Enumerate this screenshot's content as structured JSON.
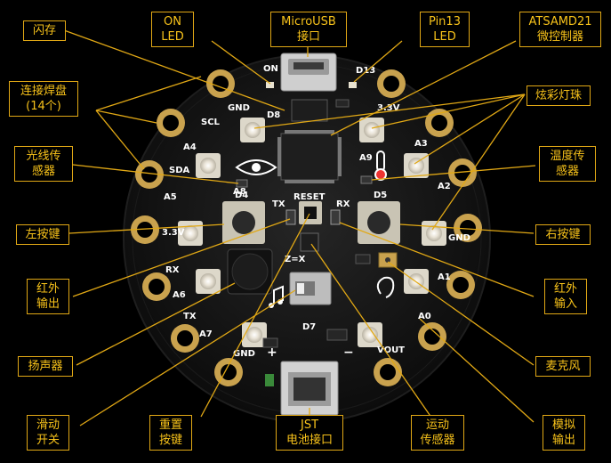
{
  "labels": {
    "flash": {
      "lines": [
        "闪存"
      ]
    },
    "on_led": {
      "lines": [
        "ON",
        "LED"
      ]
    },
    "microusb": {
      "lines": [
        "MicroUSB",
        "接口"
      ]
    },
    "pin13_led": {
      "lines": [
        "Pin13",
        "LED"
      ]
    },
    "atsamd21": {
      "lines": [
        "ATSAMD21",
        "微控制器"
      ]
    },
    "pads": {
      "lines": [
        "连接焊盘",
        "(14个)"
      ]
    },
    "neopixel": {
      "lines": [
        "炫彩灯珠"
      ]
    },
    "light": {
      "lines": [
        "光线传",
        "感器"
      ]
    },
    "temp": {
      "lines": [
        "温度传",
        "感器"
      ]
    },
    "left_btn": {
      "lines": [
        "左按键"
      ]
    },
    "right_btn": {
      "lines": [
        "右按键"
      ]
    },
    "ir_out": {
      "lines": [
        "红外",
        "输出"
      ]
    },
    "ir_in": {
      "lines": [
        "红外",
        "输入"
      ]
    },
    "speaker": {
      "lines": [
        "扬声器"
      ]
    },
    "mic": {
      "lines": [
        "麦克风"
      ]
    },
    "slide": {
      "lines": [
        "滑动",
        "开关"
      ]
    },
    "reset": {
      "lines": [
        "重置",
        "按键"
      ]
    },
    "jst": {
      "lines": [
        "JST",
        "电池接口"
      ]
    },
    "motion": {
      "lines": [
        "运动",
        "传感器"
      ]
    },
    "analog": {
      "lines": [
        "模拟",
        "输出"
      ]
    }
  },
  "silkscreen": {
    "on": "ON",
    "d13": "D13",
    "d8": "D8",
    "scl": "SCL",
    "gnd": "GND",
    "v33": "3.3V",
    "a4": "A4",
    "a5": "A5",
    "sda": "SDA",
    "a8": "A8",
    "a9": "A9",
    "a3": "A3",
    "a2": "A2",
    "d4": "D4",
    "d5": "D5",
    "tx": "TX",
    "rx": "RX",
    "reset": "RESET",
    "a6": "A6",
    "a7": "A7",
    "a1": "A1",
    "a0": "A0",
    "d7": "D7",
    "vout": "VOUT",
    "plus": "+",
    "minus": "−",
    "zx": "Z=X"
  },
  "colors": {
    "accent": "#f7c21a",
    "board": "#141414",
    "gold": "#c9a24e"
  }
}
